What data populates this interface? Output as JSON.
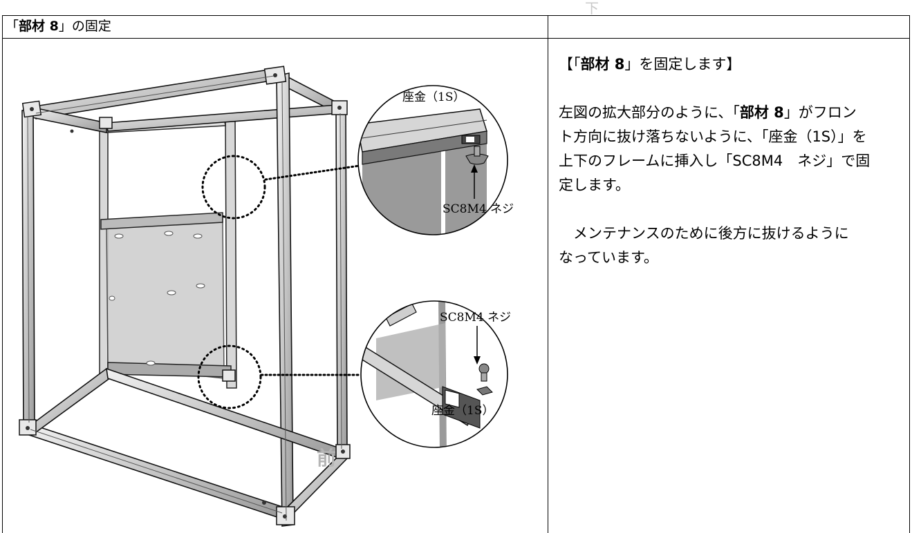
{
  "page": {
    "top_faint_text": "下",
    "header": {
      "open_bracket": "「",
      "part_name": "部材 8",
      "close_suffix": "」の固定"
    }
  },
  "figure": {
    "zoom_top": {
      "washer_label": "座金（1S）",
      "screw_label": "SC8M4 ネジ"
    },
    "zoom_bottom": {
      "screw_label": "SC8M4 ネジ",
      "washer_label": "座金（1S）"
    },
    "front_label": "前"
  },
  "description": {
    "heading_prefix": "【「",
    "heading_part": "部材 8",
    "heading_suffix": "」を固定します】",
    "para1_prefix": "左図の拡大部分のように、「",
    "para1_part": "部材 8",
    "para1_line1_rest": "」がフロン",
    "para1_line2": "ト方向に抜け落ちないように、「座金（1S）」を",
    "para1_line3": "上下のフレームに挿入し「SC8M4　ネジ」で固",
    "para1_line4": "定します。",
    "para2_line1": "　メンテナンスのために後方に抜けるように",
    "para2_line2": "なっています。"
  }
}
